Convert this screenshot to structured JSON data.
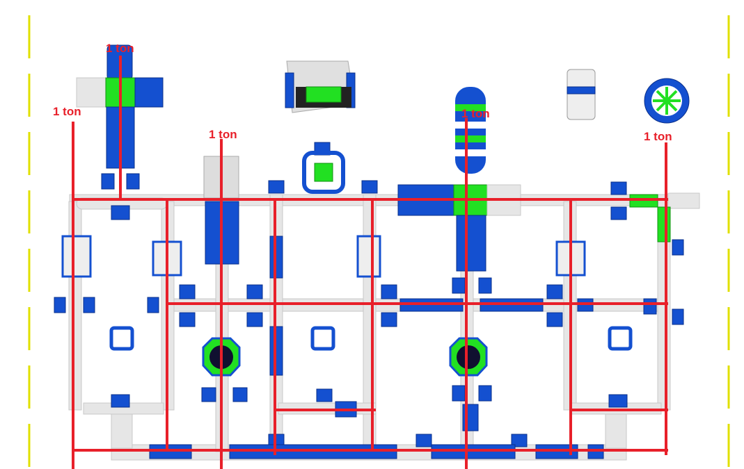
{
  "diagram": {
    "title": "Inflatable water park layout with anchor weights",
    "anchor_labels": [
      "1 ton",
      "1 ton",
      "1 ton",
      "1 ton",
      "1 ton"
    ]
  },
  "colors": {
    "anchor_line": "#e8202a",
    "boundary": "#e0e000",
    "module_blue": "#1450d0",
    "module_green": "#22e022",
    "walkway": "#e6e6e6"
  }
}
